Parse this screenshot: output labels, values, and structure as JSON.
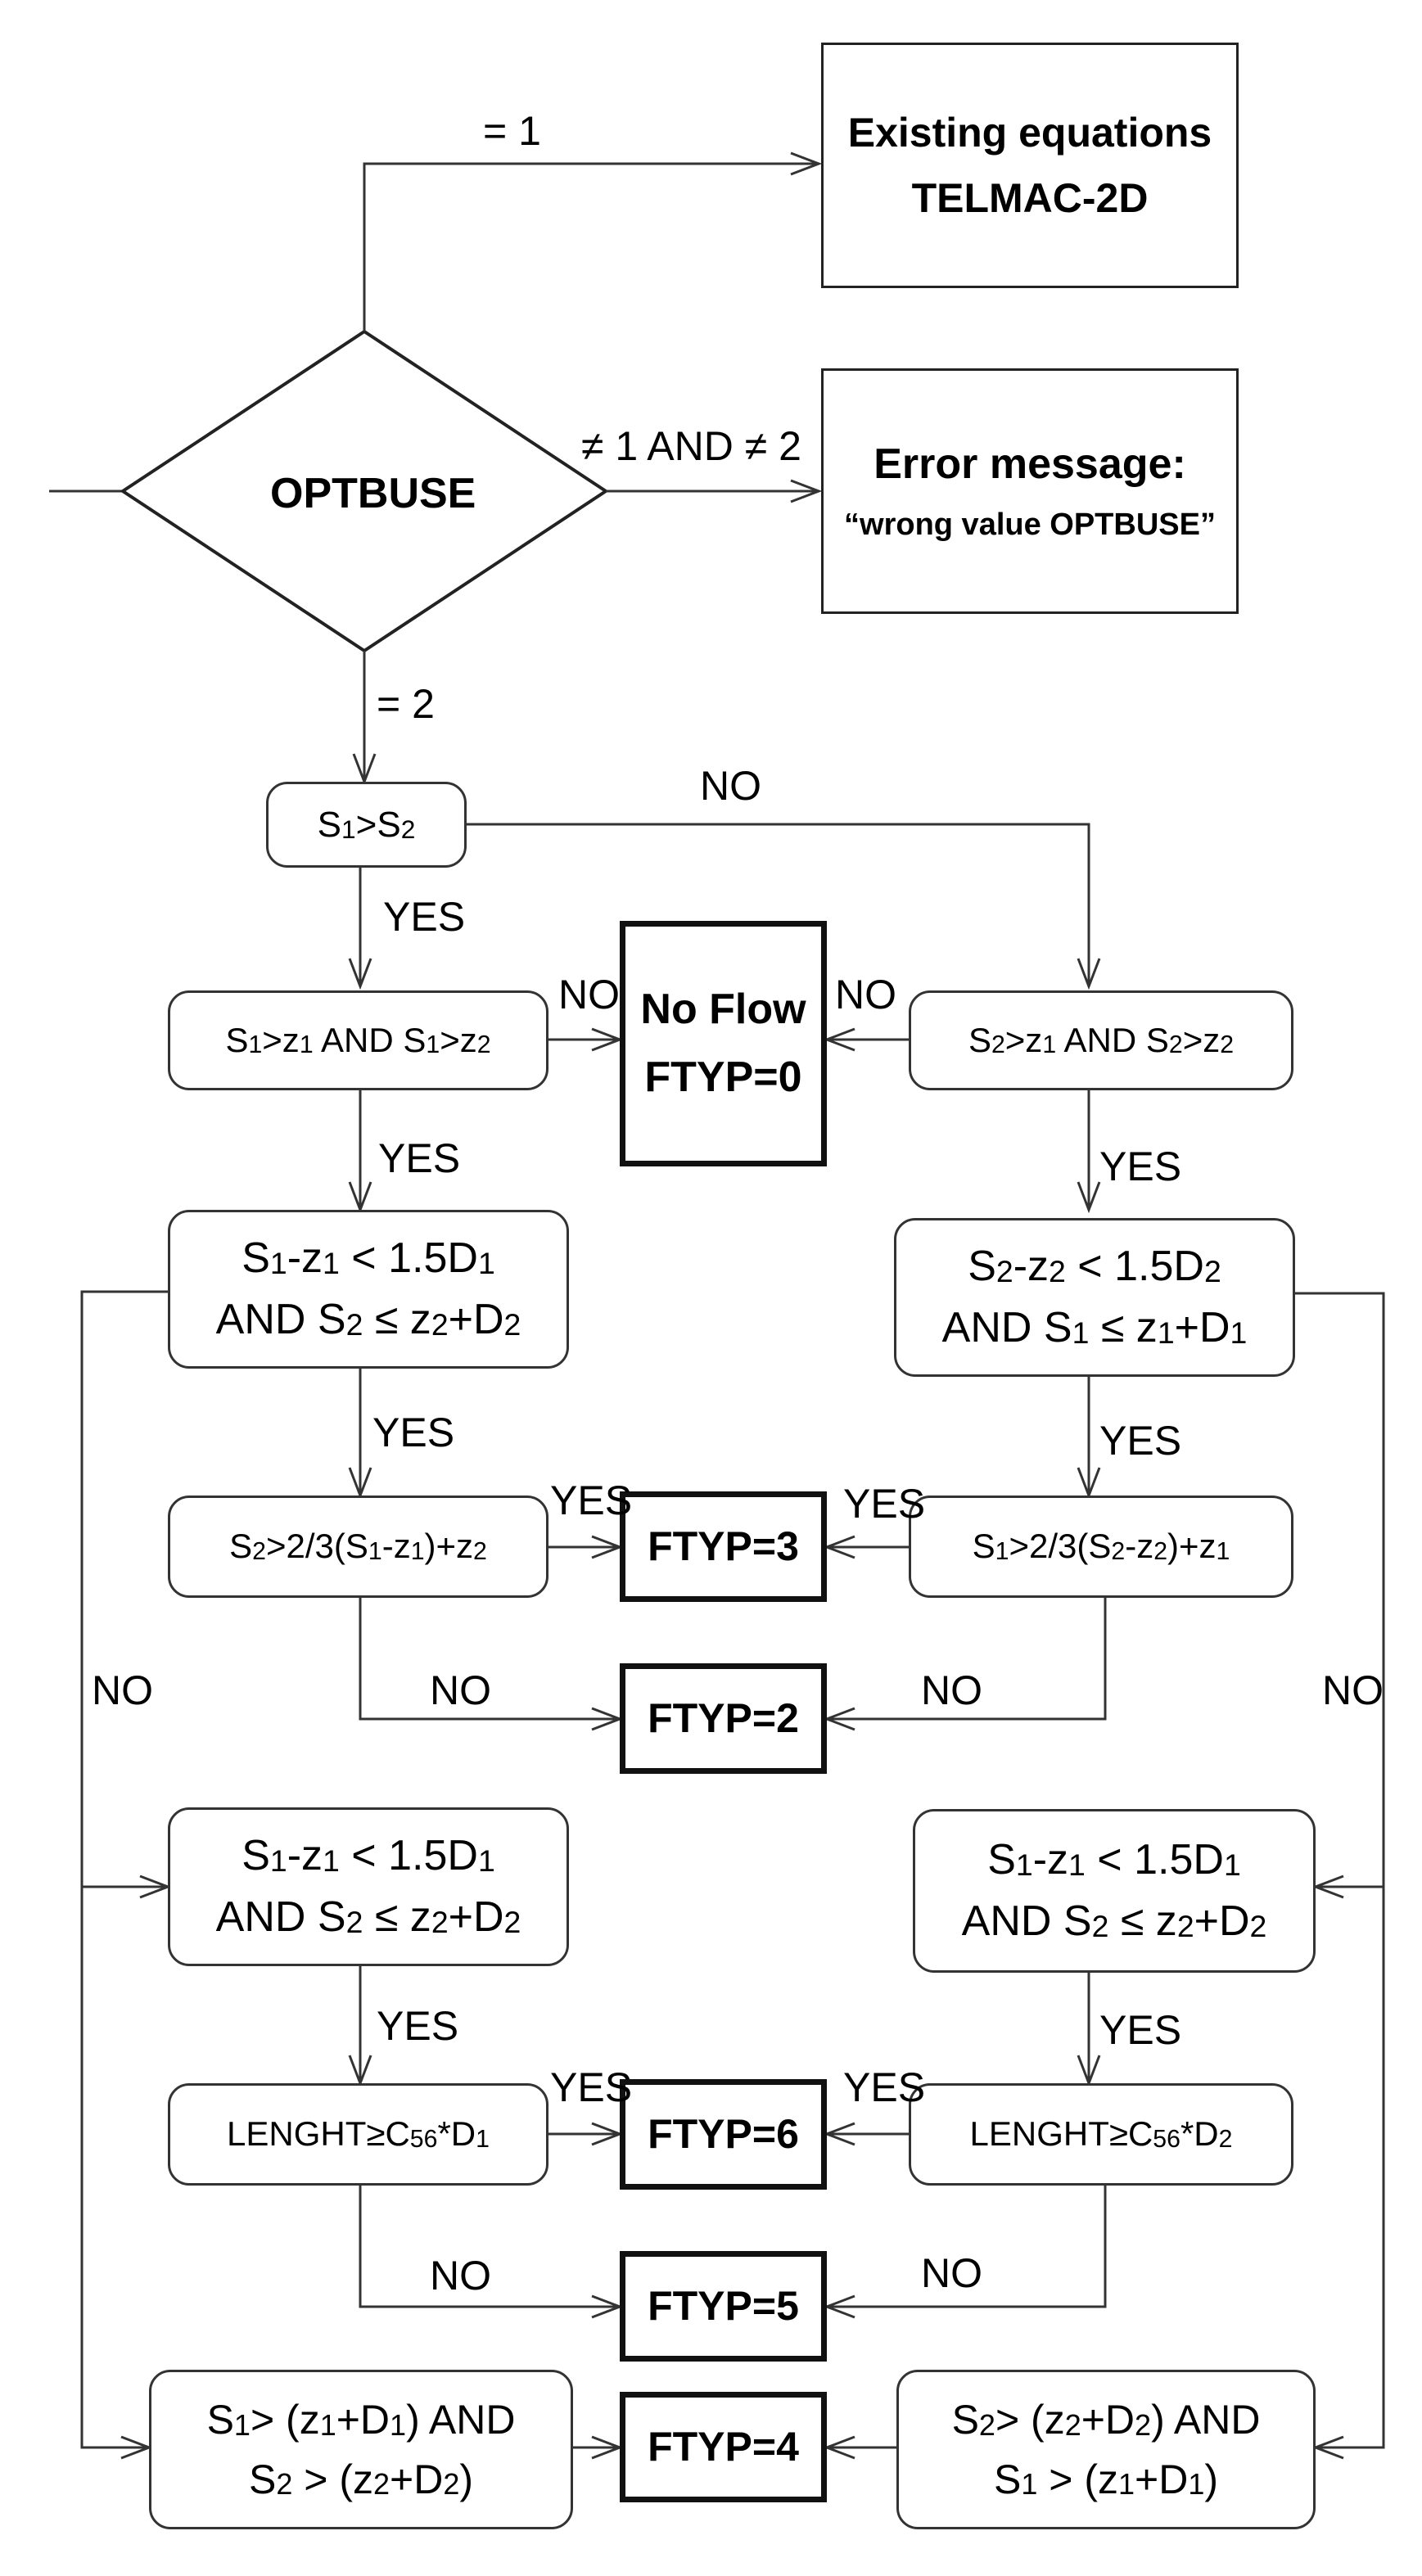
{
  "top": {
    "existing_box": {
      "line1": "Existing equations",
      "line2": "TELMAC-2D"
    },
    "error_box": {
      "line1": "Error message:",
      "line2": "“wrong value OPTBUSE”"
    },
    "decision_label": "OPTBUSE",
    "edge_eq1": "= 1",
    "edge_neq": "≠ 1  AND ≠ 2",
    "edge_eq2": "= 2"
  },
  "labels": {
    "yes": "YES",
    "no": "NO"
  },
  "boxes": {
    "s1_gt_s2": [
      [
        "S",
        "1"
      ],
      [
        ">S",
        "2"
      ]
    ],
    "cond_left_1": [
      [
        "S",
        "1"
      ],
      [
        ">z",
        "1"
      ],
      [
        " AND S",
        "1"
      ],
      [
        ">z",
        "2"
      ]
    ],
    "cond_right_1": [
      [
        "S",
        "2"
      ],
      [
        ">z",
        "1"
      ],
      [
        " AND S",
        "2"
      ],
      [
        ">z",
        "2"
      ]
    ],
    "no_flow": {
      "line1": "No Flow",
      "line2": "FTYP=0"
    },
    "cond_left_2": {
      "line1": [
        [
          "S",
          "1"
        ],
        [
          "-z",
          "1"
        ],
        [
          " < 1.5D",
          "1"
        ]
      ],
      "line2": [
        [
          "AND S",
          "2"
        ],
        [
          " ≤ z",
          "2"
        ],
        [
          "+D",
          "2"
        ]
      ]
    },
    "cond_right_2": {
      "line1": [
        [
          "S",
          "2"
        ],
        [
          "-z",
          "2"
        ],
        [
          " < 1.5D",
          "2"
        ]
      ],
      "line2": [
        [
          "AND S",
          "1"
        ],
        [
          " ≤ z",
          "1"
        ],
        [
          "+D",
          "1"
        ]
      ]
    },
    "cond_left_3": [
      [
        "S",
        "2"
      ],
      [
        ">2/3(S",
        "1"
      ],
      [
        "-z",
        "1"
      ],
      [
        ")+z",
        "2"
      ]
    ],
    "cond_right_3": [
      [
        "S",
        "1"
      ],
      [
        ">2/3(S",
        "2"
      ],
      [
        "-z",
        "2"
      ],
      [
        ")+z",
        "1"
      ]
    ],
    "cond_left_4": {
      "line1": [
        [
          "S",
          "1"
        ],
        [
          "-z",
          "1"
        ],
        [
          " < 1.5D",
          "1"
        ]
      ],
      "line2": [
        [
          "AND S",
          "2"
        ],
        [
          " ≤ z",
          "2"
        ],
        [
          "+D",
          "2"
        ]
      ]
    },
    "cond_right_4": {
      "line1": [
        [
          "S",
          "1"
        ],
        [
          "-z",
          "1"
        ],
        [
          " < 1.5D",
          "1"
        ]
      ],
      "line2": [
        [
          "AND S",
          "2"
        ],
        [
          " ≤ z",
          "2"
        ],
        [
          "+D",
          "2"
        ]
      ]
    },
    "cond_left_5": [
      [
        "LENGHT≥C",
        "56"
      ],
      [
        "*D",
        "1"
      ]
    ],
    "cond_right_5": [
      [
        "LENGHT≥C",
        "56"
      ],
      [
        "*D",
        "2"
      ]
    ],
    "cond_left_6": {
      "line1": [
        [
          "S",
          "1"
        ],
        [
          "> (z",
          "1"
        ],
        [
          "+D",
          "1"
        ],
        [
          ") AND",
          ""
        ]
      ],
      "line2": [
        [
          "S",
          "2"
        ],
        [
          " > (z",
          "2"
        ],
        [
          "+D",
          "2"
        ],
        [
          ")",
          ""
        ]
      ]
    },
    "cond_right_6": {
      "line1": [
        [
          "S",
          "2"
        ],
        [
          "> (z",
          "2"
        ],
        [
          "+D",
          "2"
        ],
        [
          ") AND",
          ""
        ]
      ],
      "line2": [
        [
          "S",
          "1"
        ],
        [
          " > (z",
          "1"
        ],
        [
          "+D",
          "1"
        ],
        [
          ")",
          ""
        ]
      ]
    },
    "ftyp3": "FTYP=3",
    "ftyp2": "FTYP=2",
    "ftyp6": "FTYP=6",
    "ftyp5": "FTYP=5",
    "ftyp4": "FTYP=4"
  }
}
